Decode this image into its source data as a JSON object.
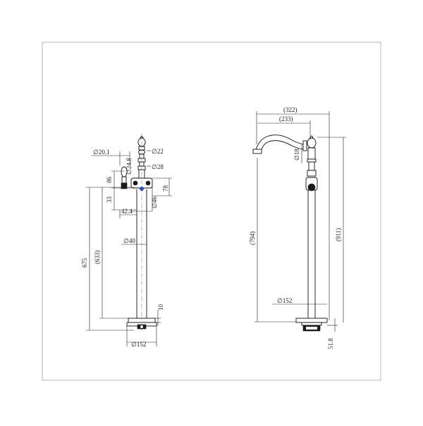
{
  "front_view": {
    "dims": {
      "d_handle": "∅20.1",
      "d_top": "∅22",
      "d_small": "∅24.8",
      "d_28": "∅28",
      "h_86": "86",
      "h_78": "78",
      "h_33": "33",
      "d_46": "∅46",
      "w_42_4": "42.4",
      "h_675": "675",
      "h_633": "(633)",
      "d_40": "∅40",
      "h_10": "10",
      "d_base": "∅152"
    }
  },
  "side_view": {
    "dims": {
      "w_322": "(322)",
      "w_233": "(233)",
      "d_18": "∅18",
      "h_794": "(794)",
      "h_911": "(911)",
      "d_base": "∅152",
      "h_51_8": "51.8"
    }
  },
  "colors": {
    "line": "#222222",
    "accent_blue": "#2a4fd0",
    "frame": "#333333"
  }
}
